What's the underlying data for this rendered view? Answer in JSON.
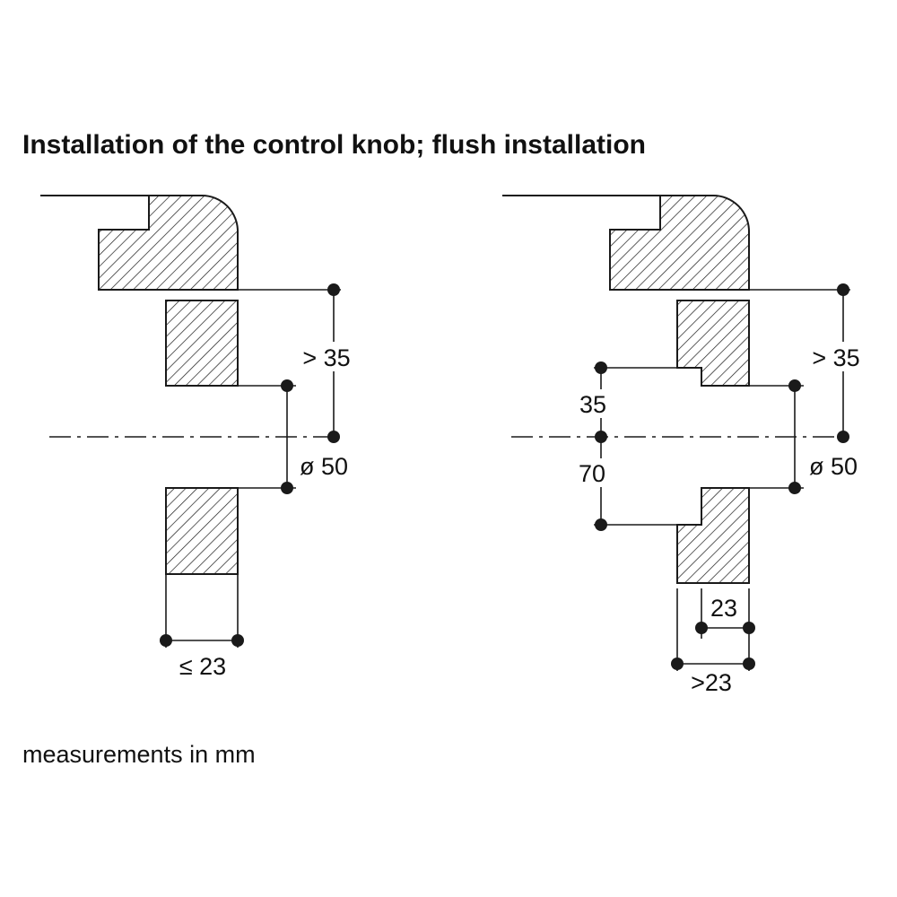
{
  "title": "Installation of the control knob; flush installation",
  "note": "measurements in mm",
  "colors": {
    "ink": "#1a1a1a",
    "background": "#ffffff"
  },
  "left_diagram": {
    "depth": "> 35",
    "diameter": "ø 50",
    "thickness": "≤ 23"
  },
  "right_diagram": {
    "depth": "> 35",
    "diameter": "ø 50",
    "recess_upper": "35",
    "recess_lower": "70",
    "residual": "23",
    "thickness": ">23"
  }
}
